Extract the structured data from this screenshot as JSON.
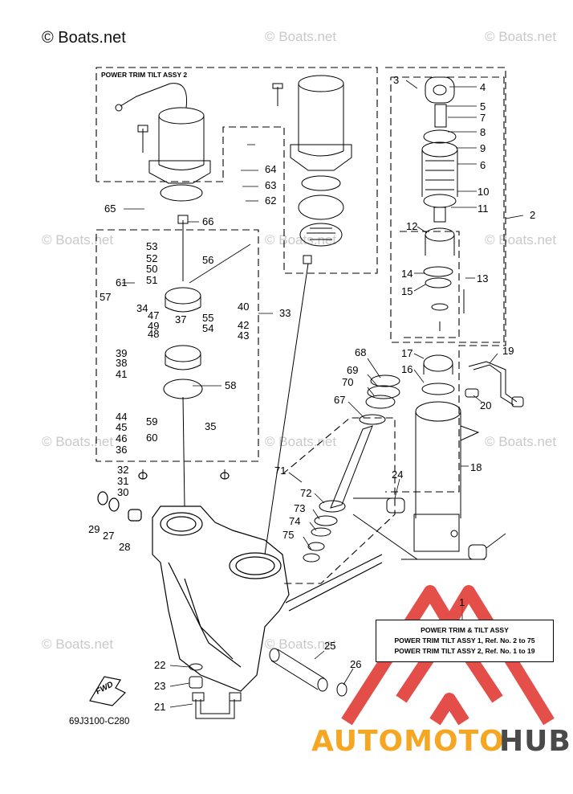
{
  "watermark": {
    "main": "© Boats.net",
    "faded": "© Boats.net"
  },
  "diagram": {
    "group_labels": {
      "assy2": "POWER TRIM TILT ASSY 2"
    },
    "part_numbers": [
      "1",
      "2",
      "3",
      "4",
      "5",
      "6",
      "7",
      "8",
      "9",
      "10",
      "11",
      "12",
      "13",
      "14",
      "15",
      "16",
      "17",
      "18",
      "19",
      "20",
      "21",
      "22",
      "23",
      "24",
      "25",
      "26",
      "27",
      "28",
      "29",
      "30",
      "31",
      "32",
      "33",
      "34",
      "35",
      "36",
      "37",
      "38",
      "39",
      "40",
      "41",
      "42",
      "43",
      "44",
      "45",
      "46",
      "47",
      "48",
      "49",
      "50",
      "51",
      "52",
      "53",
      "54",
      "55",
      "56",
      "57",
      "58",
      "59",
      "60",
      "61",
      "62",
      "63",
      "64",
      "65",
      "66",
      "67",
      "68",
      "69",
      "70",
      "71",
      "72",
      "73",
      "74",
      "75"
    ],
    "legend": {
      "title": "POWER TRIM & TILT ASSY",
      "line1": "POWER TRIM TILT ASSY 1,  Ref. No. 2 to 75",
      "line2": "POWER TRIM TILT ASSY 2,  Ref. No. 1 to 19"
    },
    "drawing_code": "69J3100-C280",
    "fwd_label": "FWD"
  },
  "branding": {
    "part1": "AUTOMOTO",
    "part2": "HUB",
    "color1": "#f5a623",
    "color2": "#4a4a4a",
    "logo_color": "#e0302a"
  }
}
